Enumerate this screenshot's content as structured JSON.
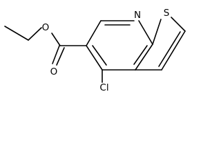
{
  "molecule": {
    "atoms": {
      "pyridine_n": "N",
      "thiophene_s": "S",
      "ester_o_single": "O",
      "ester_o_double": "O",
      "chloro": "Cl"
    }
  },
  "colors": {
    "bond": "#000000",
    "background": "#ffffff"
  }
}
